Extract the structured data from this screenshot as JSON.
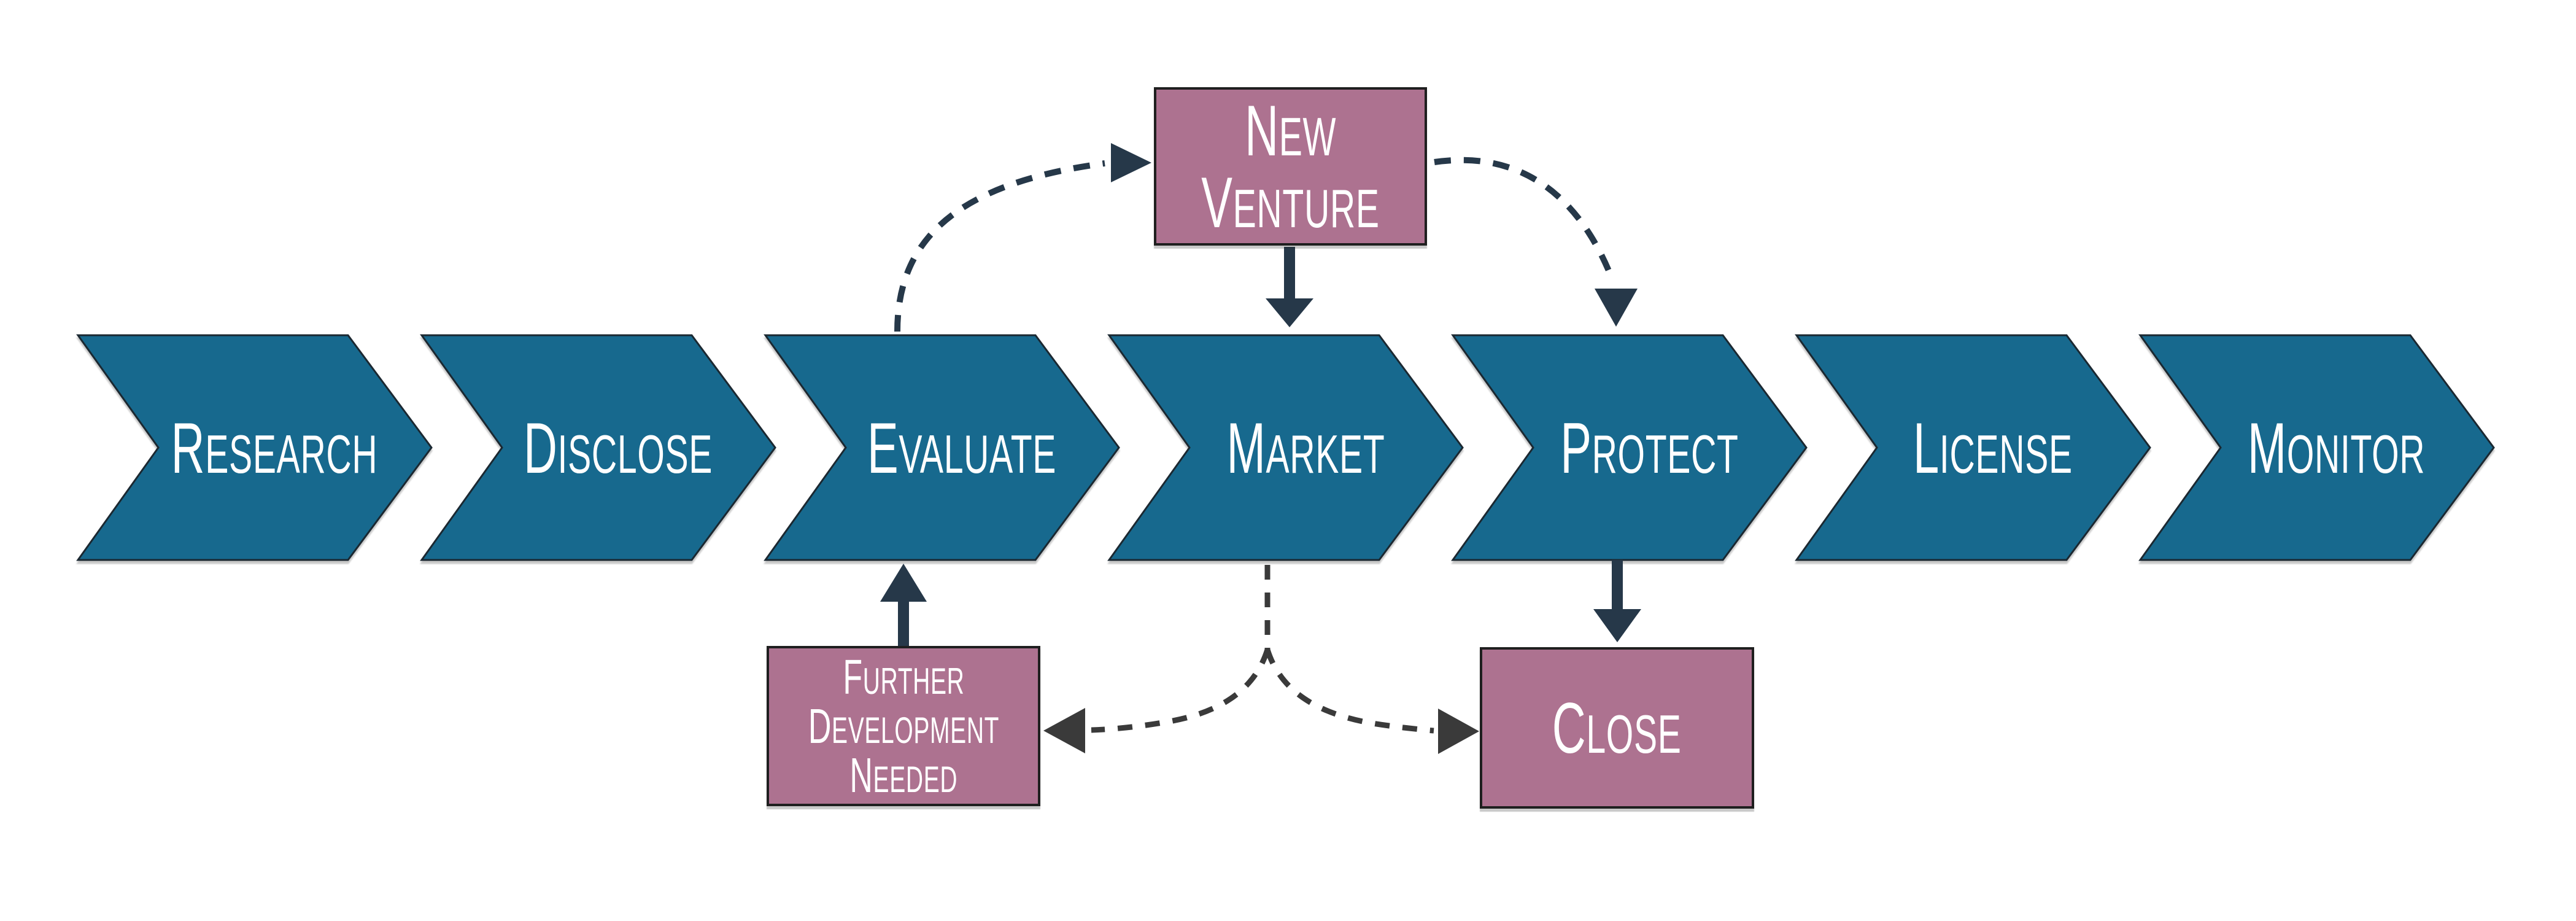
{
  "steps": [
    "Research",
    "Disclose",
    "Evaluate",
    "Market",
    "Protect",
    "License",
    "Monitor"
  ],
  "boxes": {
    "new_venture": {
      "lines": [
        "New",
        "Venture"
      ]
    },
    "further_development": {
      "lines": [
        "Further",
        "Development",
        "Needed"
      ]
    },
    "close": {
      "lines": [
        "Close"
      ]
    }
  },
  "connections": [
    {
      "from": "Evaluate",
      "to": "New Venture",
      "style": "dashed"
    },
    {
      "from": "New Venture",
      "to": "Market",
      "style": "solid"
    },
    {
      "from": "New Venture",
      "to": "Protect",
      "style": "dashed"
    },
    {
      "from": "Market",
      "to": "Further Development Needed",
      "style": "dashed"
    },
    {
      "from": "Market",
      "to": "Close",
      "style": "dashed"
    },
    {
      "from": "Further Development Needed",
      "to": "Evaluate",
      "style": "solid"
    },
    {
      "from": "Protect",
      "to": "Close",
      "style": "solid"
    }
  ],
  "colors": {
    "chevron": "#17698E",
    "chevron_outline": "#1B2831",
    "box": "#AD7290",
    "box_border": "#1F1F1F",
    "arrow": "#263849",
    "dashed_top": "#263849",
    "dashed_bottom": "#3A3A3A",
    "text": "#FFFFFF",
    "bg": "#FFFFFF"
  }
}
